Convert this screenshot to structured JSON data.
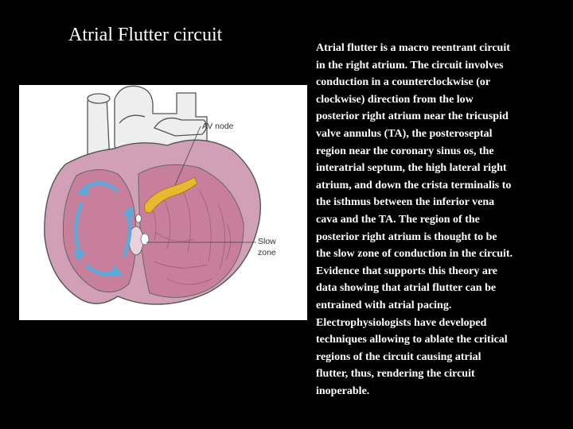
{
  "slide": {
    "title": "Atrial Flutter circuit"
  },
  "figure": {
    "av_node_label": "AV node",
    "slow_zone_label_line1": "Slow",
    "slow_zone_label_line2": "zone",
    "colors": {
      "myocardium": "#d2a0b6",
      "chamber": "#c77f9b",
      "vessel": "#eeeeee",
      "outline": "#555555",
      "arrow": "#5ba9d9",
      "av_node": "#e8b830"
    }
  },
  "body": {
    "lines": [
      "Atrial flutter is a macro reentrant circuit",
      "in the right atrium. The circuit involves",
      "conduction in a counterclockwise (or",
      "clockwise) direction from the low",
      "posterior right atrium near the tricuspid",
      "valve annulus (TA), the posteroseptal",
      "region near the coronary sinus os, the",
      "interatrial septum, the high lateral right",
      "atrium, and down the crista terminalis to",
      "the isthmus between the inferior vena",
      "cava and the TA. The region of the",
      "posterior right atrium is thought to be",
      "the slow zone of conduction in the circuit.",
      "Evidence that supports this theory are",
      "data showing that atrial flutter can be",
      "entrained with atrial pacing.",
      "Electrophysiologists have developed",
      "techniques allowing to ablate the critical",
      "regions of the circuit causing atrial",
      "flutter, thus, rendering the circuit",
      "inoperable."
    ]
  }
}
